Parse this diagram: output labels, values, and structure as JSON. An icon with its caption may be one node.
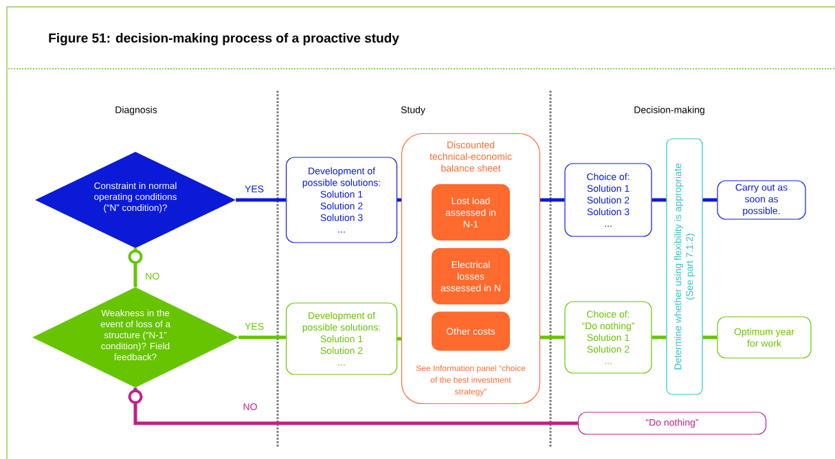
{
  "diagram": {
    "title": "Figure 51: decision-making process of a proactive study",
    "nodes": [
      {
        "text": [
          "Constraint in normal operating conditions (“N” condition)?"
        ]
      },
      {
        "text": [
          "Weakness in the event of loss of a structure (“N-1” condition)? Field feedback?"
        ]
      },
      {
        "text": [
          "Development of possible solutions:",
          "Solution 1",
          "Solution 2",
          "Solution 3",
          "..."
        ]
      },
      {
        "text": [
          "Development of possible solutions:",
          "Solution 1",
          "Solution 2",
          "..."
        ]
      },
      {
        "text": [
          "Discounted technical-economic balance sheet",
          "See Information panel “choice of the best investment strategy”"
        ]
      },
      {
        "text": [
          "Lost load assessed in N-1"
        ],
        "in": 4
      },
      {
        "text": [
          "Electrical losses assessed in N"
        ],
        "in": 4
      },
      {
        "text": [
          "Other costs"
        ],
        "in": 4
      },
      {
        "text": [
          "Choice of:",
          "Solution 1",
          "Solution 2",
          "Solution 3",
          "..."
        ]
      },
      {
        "text": [
          "Choice of:",
          "“Do nothing”",
          "Solution 1",
          "Solution 2",
          "..."
        ]
      },
      {
        "text": [
          "Determine whether using flexibility is appropriate",
          "(See part 7.1.2)"
        ]
      },
      {
        "text": [
          "Carry out as soon as possible."
        ]
      },
      {
        "text": [
          "Optimum year for work"
        ]
      },
      {
        "text": [
          "“Do nothing”"
        ]
      }
    ],
    "edges": [
      {
        "from": 0,
        "to": 2,
        "arrow": "none",
        "label": "YES",
        "color": "#0a1ad6"
      },
      {
        "from": 2,
        "to": 4,
        "arrow": "none",
        "color": "#0a1ad6"
      },
      {
        "from": 4,
        "to": 8,
        "arrow": "none",
        "color": "#0a1ad6"
      },
      {
        "from": 8,
        "to": 10,
        "arrow": "none",
        "color": "#0a1ad6"
      },
      {
        "from": 10,
        "to": 11,
        "arrow": "none",
        "color": "#0a1ad6"
      },
      {
        "from": 0,
        "to": 1,
        "arrow": "other",
        "label": "NO"
      },
      {
        "from": 1,
        "to": 3,
        "arrow": "none",
        "label": "YES"
      },
      {
        "from": 3,
        "to": 4,
        "arrow": "none"
      },
      {
        "from": 4,
        "to": 9,
        "arrow": "none"
      },
      {
        "from": 9,
        "to": 10,
        "arrow": "none"
      },
      {
        "from": 10,
        "to": 12,
        "arrow": "none"
      },
      {
        "from": 1,
        "to": 13,
        "arrow": "other",
        "label": "NO",
        "color": "#c0208a"
      }
    ],
    "labels": [
      "Diagnosis",
      "Study",
      "Decision-making"
    ]
  }
}
